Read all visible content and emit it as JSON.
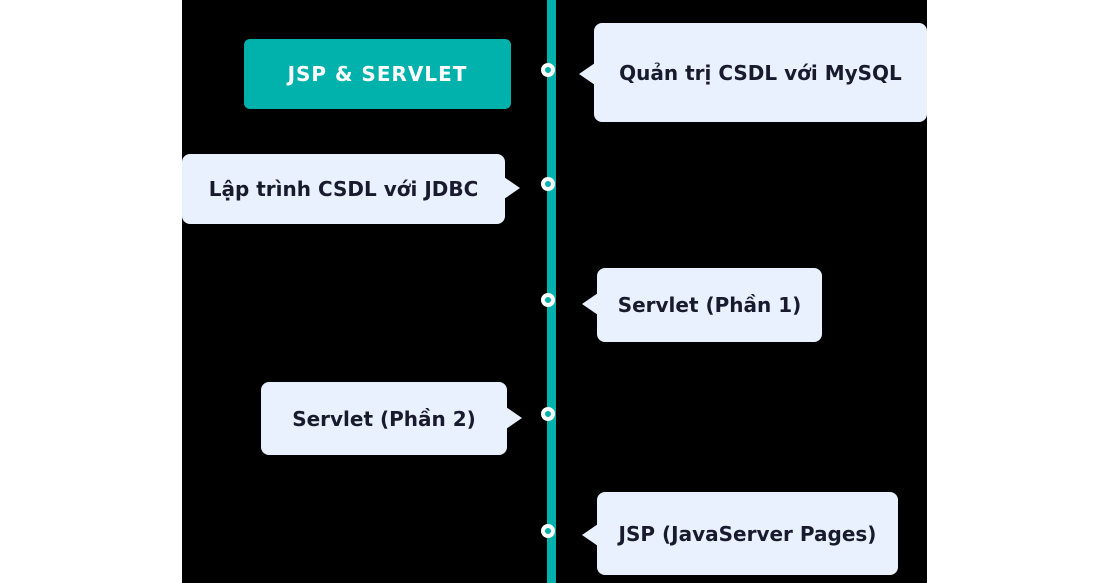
{
  "page": {
    "background": "#ffffff",
    "panel_background": "#000000"
  },
  "colors": {
    "accent_teal": "#00b2ab",
    "callout_blue": "#e8f1fd",
    "text_dark": "#191a2e",
    "badge_text": "#ffffff"
  },
  "timeline": {
    "badge": {
      "label": "JSP & SERVLET"
    },
    "items": [
      {
        "label": "Quản trị CSDL với MySQL",
        "side": "right"
      },
      {
        "label": "Lập trình CSDL với JDBC",
        "side": "left"
      },
      {
        "label": "Servlet (Phần 1)",
        "side": "right"
      },
      {
        "label": "Servlet (Phần 2)",
        "side": "left"
      },
      {
        "label": "JSP (JavaServer Pages)",
        "side": "right"
      }
    ]
  }
}
